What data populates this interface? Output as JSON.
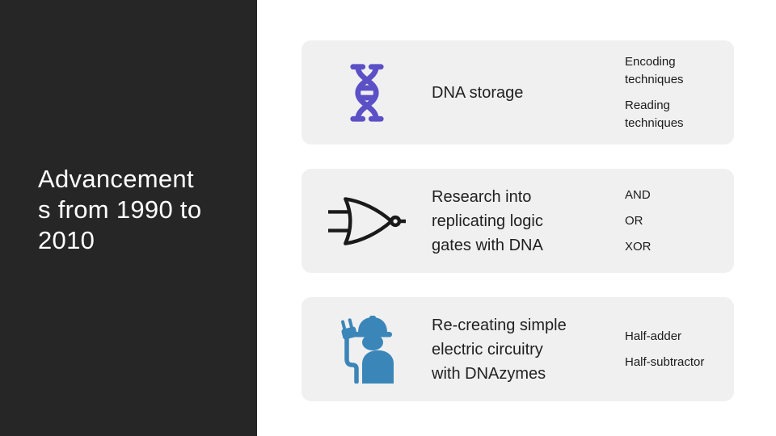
{
  "slide": {
    "title": "Advancement\ns from 1990 to\n2010"
  },
  "cards": [
    {
      "icon": "dna-icon",
      "title": "DNA storage",
      "tags": [
        "Encoding techniques",
        "Reading techniques"
      ]
    },
    {
      "icon": "logic-gate-icon",
      "title": "Research into\nreplicating logic\ngates with DNA",
      "tags": [
        "AND",
        "OR",
        "XOR"
      ]
    },
    {
      "icon": "electrician-icon",
      "title": "Re-creating simple\nelectric circuitry\nwith DNAzymes",
      "tags": [
        "Half-adder",
        "Half-subtractor"
      ]
    }
  ],
  "colors": {
    "sidebar_bg": "#262626",
    "card_bg": "#f0f0f0",
    "title_text": "#ffffff",
    "body_text": "#212121",
    "dna_icon": "#5b50c6",
    "logic_gate_icon": "#1a1a1a",
    "electrician_icon": "#3b86b8"
  }
}
